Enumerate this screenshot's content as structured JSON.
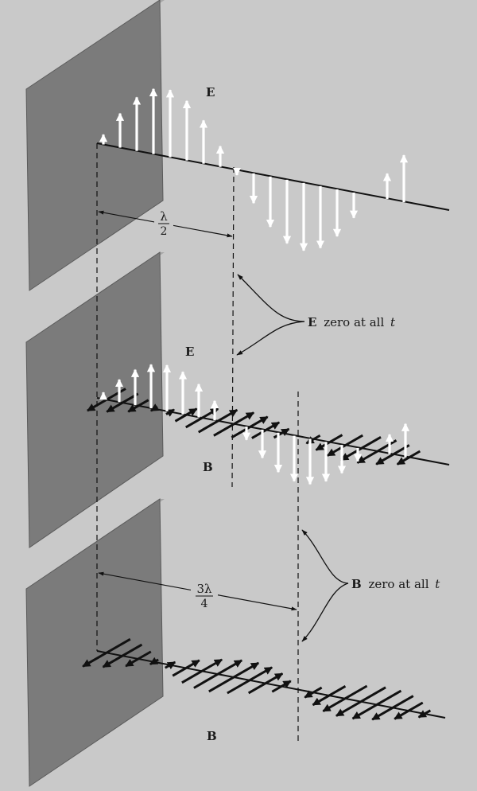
{
  "labels": {
    "e_top": "E",
    "e_mid": "E",
    "b_mid": "B",
    "b_bottom": "B",
    "half_lambda_num": "λ",
    "half_lambda_den": "2",
    "three_quarter_num": "3λ",
    "three_quarter_den": "4",
    "e_zero_bold": "E",
    "e_zero_text": "zero at all",
    "e_zero_t": "t",
    "b_zero_bold": "B",
    "b_zero_text": "zero at all",
    "b_zero_t": "t"
  },
  "colors": {
    "background": "#c9c9c9",
    "plate_face": "#7b7b7b",
    "plate_edge": "#a6a6a6",
    "e_arrow": "#ffffff",
    "b_arrow": "#111111",
    "line": "#111111"
  }
}
